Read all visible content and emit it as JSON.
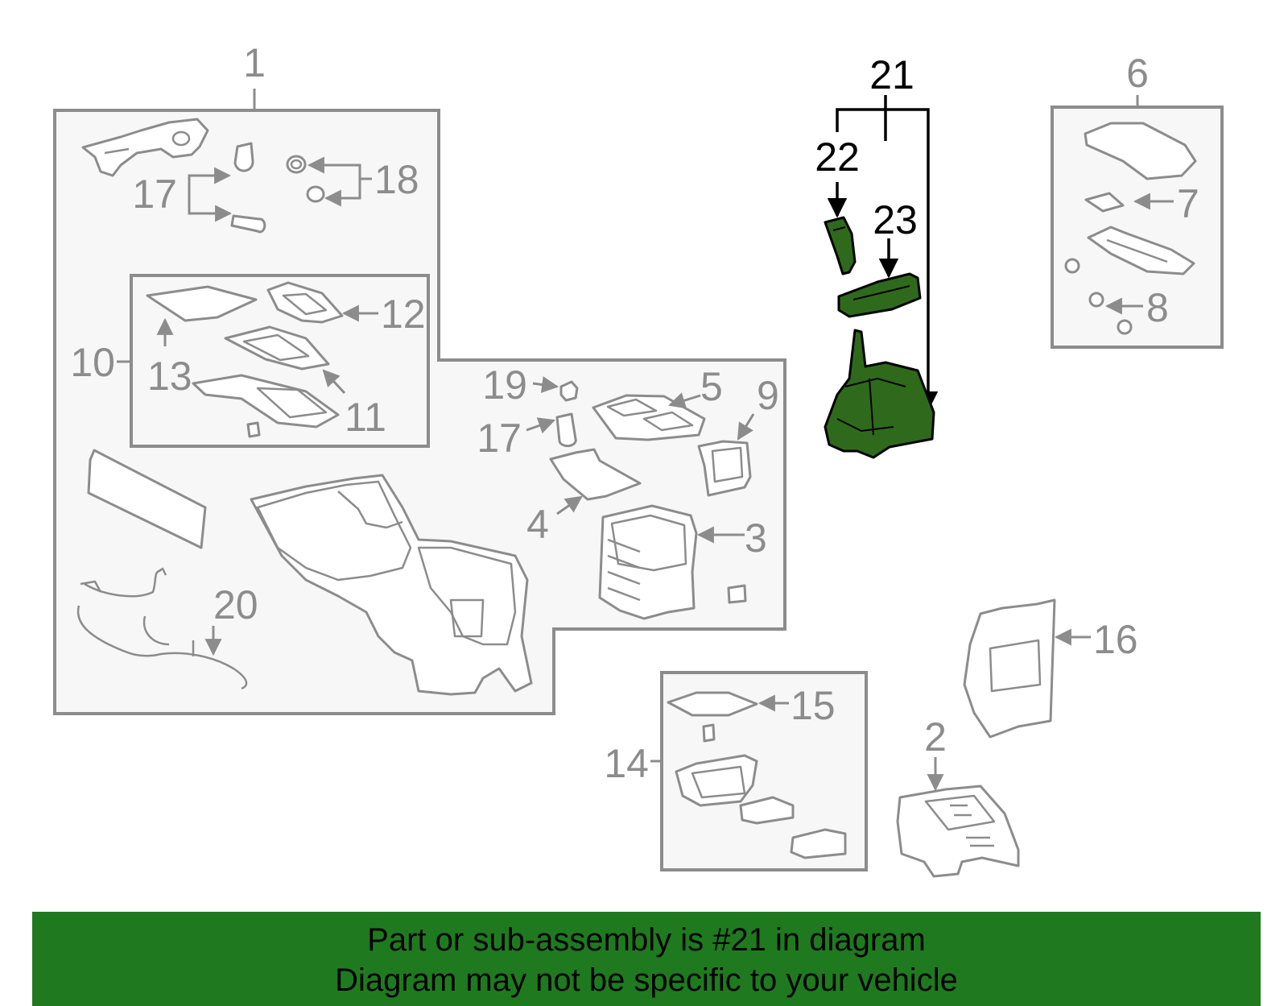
{
  "callouts": {
    "n1": "1",
    "n2": "2",
    "n3": "3",
    "n4": "4",
    "n5": "5",
    "n6": "6",
    "n7": "7",
    "n8": "8",
    "n9": "9",
    "n10": "10",
    "n11": "11",
    "n12": "12",
    "n13": "13",
    "n14": "14",
    "n15": "15",
    "n16": "16",
    "n17a": "17",
    "n17b": "17",
    "n18": "18",
    "n19": "19",
    "n20": "20",
    "n21": "21",
    "n22": "22",
    "n23": "23"
  },
  "highlight": {
    "part_number": "21",
    "color": "#2f6a1c"
  },
  "banner": {
    "line1": "Part or sub-assembly is #21 in diagram",
    "line2": "Diagram may not be specific to your vehicle",
    "background": "#1f7a1f"
  }
}
